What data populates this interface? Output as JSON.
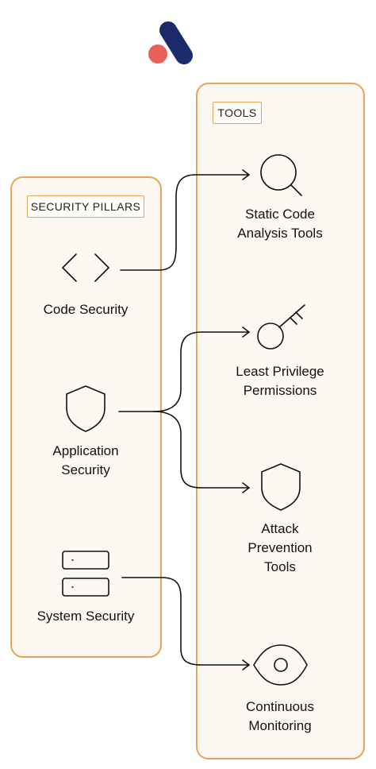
{
  "logo": {
    "name": "logo-icon",
    "colors": {
      "stroke_dark": "#1c2a6b",
      "dot": "#e8605a"
    }
  },
  "pillars": {
    "tag": "SECURITY PILLARS",
    "items": [
      {
        "icon": "code-icon",
        "line1": "Code Security"
      },
      {
        "icon": "shield-icon",
        "line1": "Application",
        "line2": "Security"
      },
      {
        "icon": "server-icon",
        "line1": "System Security"
      }
    ]
  },
  "tools": {
    "tag": "TOOLS",
    "items": [
      {
        "icon": "search-icon",
        "line1": "Static Code",
        "line2": "Analysis Tools"
      },
      {
        "icon": "key-icon",
        "line1": "Least Privilege",
        "line2": "Permissions"
      },
      {
        "icon": "shield-icon",
        "line1": "Attack",
        "line2": "Prevention",
        "line3": "Tools"
      },
      {
        "icon": "eye-icon",
        "line1": "Continuous",
        "line2": "Monitoring"
      }
    ]
  },
  "connections": [
    {
      "from": "Code Security",
      "to": "Static Code Analysis Tools"
    },
    {
      "from": "Application Security",
      "to": "Least Privilege Permissions"
    },
    {
      "from": "Application Security",
      "to": "Attack Prevention Tools"
    },
    {
      "from": "System Security",
      "to": "Continuous Monitoring"
    }
  ],
  "colors": {
    "panel_border": "#e8a55a",
    "panel_fill": "#fdf9f2",
    "line": "#111111"
  }
}
